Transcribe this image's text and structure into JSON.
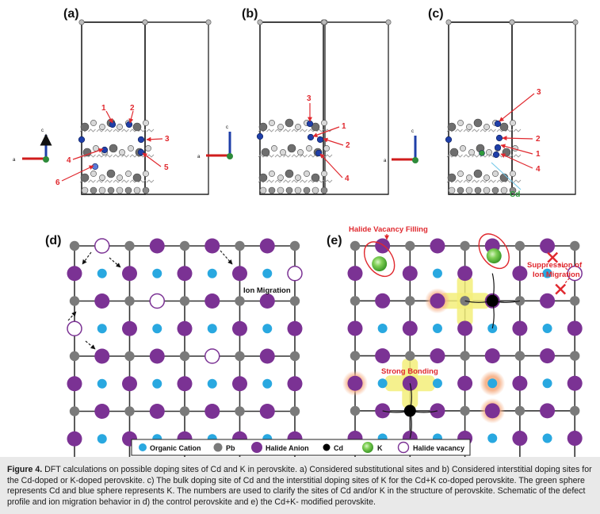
{
  "panels": {
    "a": "(a)",
    "b": "(b)",
    "c": "(c)",
    "d": "(d)",
    "e": "(e)"
  },
  "axes": {
    "c": "c",
    "a": "a"
  },
  "labels_a": [
    "1",
    "2",
    "3",
    "4",
    "5",
    "6"
  ],
  "labels_b": [
    "3",
    "1",
    "2",
    "4"
  ],
  "labels_c": [
    "3",
    "2",
    "1",
    "4"
  ],
  "label_cd": "Cd",
  "d_ion_migration": "Ion Migration",
  "e_halide_vacancy_filling": "Halide Vacancy Filling",
  "e_suppression": [
    "Suppression of",
    "Ion Migration"
  ],
  "e_strong_bonding": "Strong Bonding",
  "legend": {
    "organic_cation": "Organic Cation",
    "pb": "Pb",
    "halide_anion": "Halide Anion",
    "cd": "Cd",
    "k": "K",
    "halide_vacancy": "Halide vacancy"
  },
  "colors": {
    "organic_cation": "#29a8e0",
    "pb": "#7a7a7a",
    "halide_anion": "#7b3294",
    "cd": "#000000",
    "k": "#6cc04a",
    "annotation_red": "#e0282e",
    "cd_label_green": "#2a9d3a",
    "glow_orange": "#f6b28a",
    "glow_yellow": "#f3ee7a"
  },
  "caption": {
    "label": "Figure 4.",
    "text": " DFT calculations on possible doping sites of Cd and K in perovskite. a) Considered substitutional sites and b) Considered interstitial doping sites for the Cd-doped or K-doped perovskite. c) The bulk doping site of Cd and the interstitial doping sites of K for the Cd+K co-doped perovskite. The green sphere represents Cd and blue sphere represents K. The numbers are used to clarify the sites of Cd and/or K in the structure of perovskite. Schematic of the defect profile and ion migration behavior in d) the control perovskite and e) the Cd+K- modified perovskite."
  }
}
